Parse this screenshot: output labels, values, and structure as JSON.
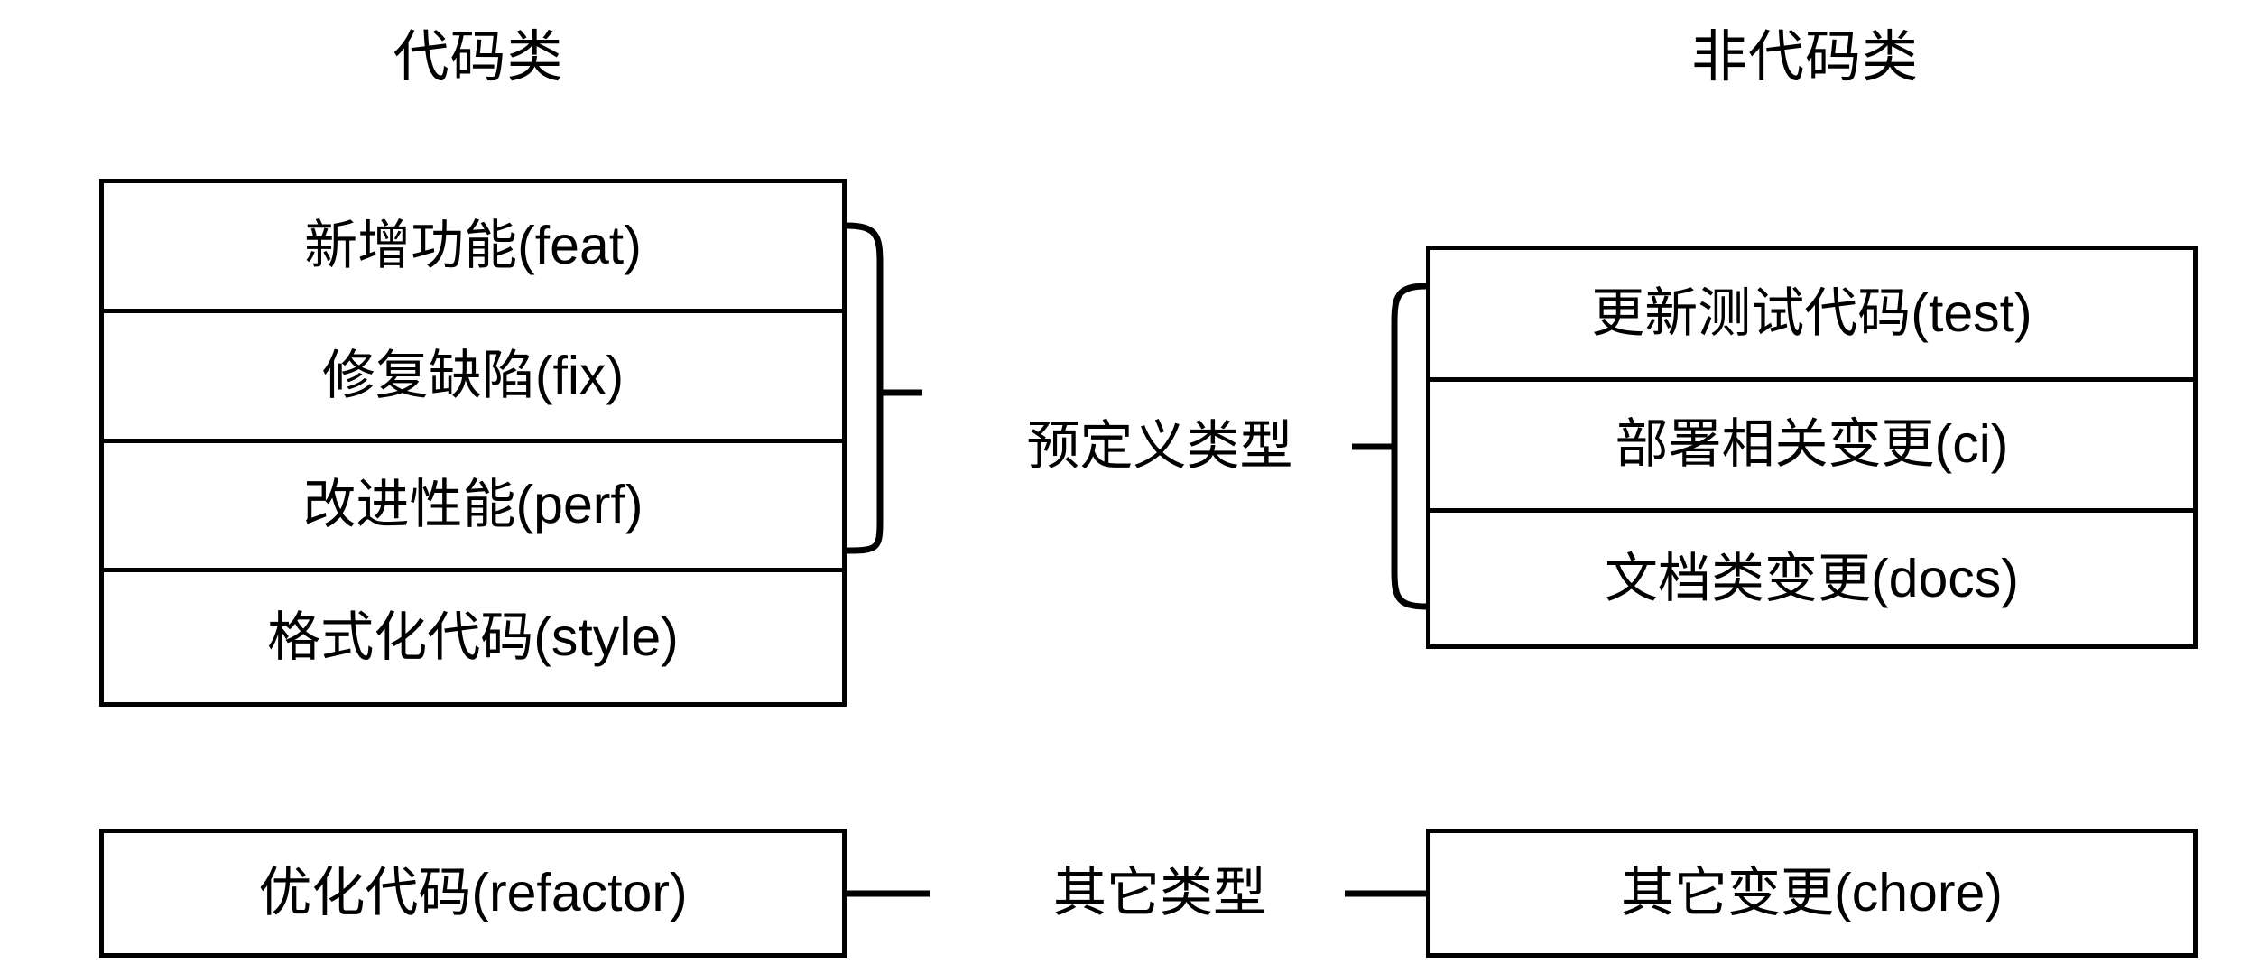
{
  "diagram": {
    "title_code": "代码类",
    "title_noncode": "非代码类",
    "group_predefined": "预定义类型",
    "group_other": "其它类型",
    "code_predefined_items": [
      "新增功能(feat)",
      "修复缺陷(fix)",
      "改进性能(perf)",
      "格式化代码(style)"
    ],
    "noncode_predefined_items": [
      "更新测试代码(test)",
      "部署相关变更(ci)",
      "文档类变更(docs)"
    ],
    "code_other_item": "优化代码(refactor)",
    "noncode_other_item": "其它变更(chore)",
    "colors": {
      "stroke": "#000000",
      "background": "#ffffff",
      "text": "#000000"
    }
  }
}
